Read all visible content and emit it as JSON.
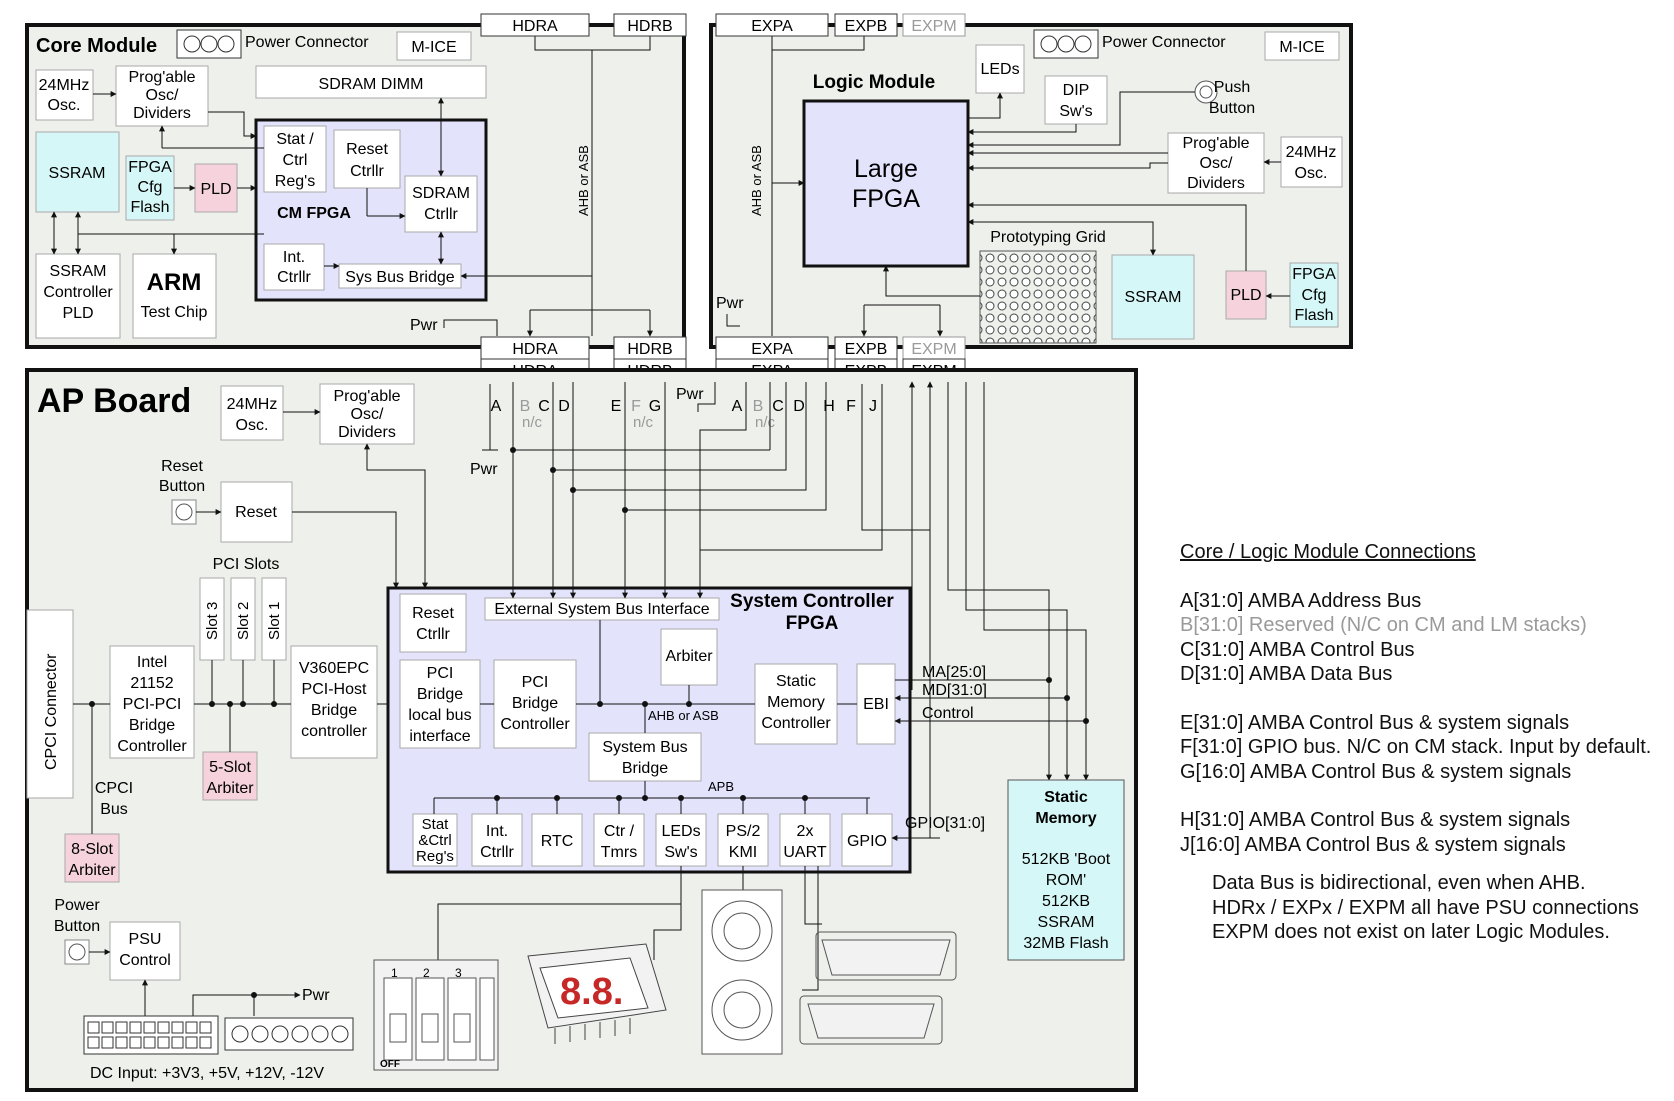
{
  "core_module": {
    "title": "Core Module",
    "power_connector": "Power Connector",
    "mice": "M-ICE",
    "osc": [
      "24MHz",
      "Osc."
    ],
    "progable": [
      "Prog'able",
      "Osc/",
      "Dividers"
    ],
    "sdram_dimm": "SDRAM DIMM",
    "stat_ctrl": [
      "Stat /",
      "Ctrl",
      "Reg's"
    ],
    "reset_ctrl": [
      "Reset",
      "Ctrllr"
    ],
    "sdram_ctrl": [
      "SDRAM",
      "Ctrllr"
    ],
    "cm_fpga": "CM FPGA",
    "ssram": "SSRAM",
    "fpga_cfg": [
      "FPGA",
      "Cfg",
      "Flash"
    ],
    "pld": "PLD",
    "int_ctrl": [
      "Int.",
      "Ctrllr"
    ],
    "sys_bus_bridge": "Sys Bus Bridge",
    "ssram_ctrl": [
      "SSRAM",
      "Controller",
      "PLD"
    ],
    "arm": "ARM",
    "test_chip": "Test Chip",
    "bus": "AHB or ASB",
    "pwr": "Pwr"
  },
  "logic_module": {
    "title": "Logic Module",
    "power_connector": "Power Connector",
    "mice": "M-ICE",
    "leds": "LEDs",
    "dip": [
      "DIP",
      "Sw's"
    ],
    "push_button": [
      "Push",
      "Button"
    ],
    "large_fpga": [
      "Large",
      "FPGA"
    ],
    "progable": [
      "Prog'able",
      "Osc/",
      "Dividers"
    ],
    "osc": [
      "24MHz",
      "Osc."
    ],
    "prototyping_grid": "Prototyping Grid",
    "ssram": "SSRAM",
    "pld": "PLD",
    "fpga_cfg": [
      "FPGA",
      "Cfg",
      "Flash"
    ],
    "bus": "AHB or ASB",
    "pwr": "Pwr"
  },
  "headers": {
    "hdra": "HDRA",
    "hdrb": "HDRB",
    "expa": "EXPA",
    "expb": "EXPB",
    "expm": "EXPM"
  },
  "ap_board": {
    "title": "AP Board",
    "osc": [
      "24MHz",
      "Osc."
    ],
    "progable": [
      "Prog'able",
      "Osc/",
      "Dividers"
    ],
    "reset_button": [
      "Reset",
      "Button"
    ],
    "reset": "Reset",
    "pci_slots": "PCI Slots",
    "slots": [
      "Slot 3",
      "Slot 2",
      "Slot 1"
    ],
    "cpci_connector": "CPCI Connector",
    "intel_bridge": [
      "Intel",
      "21152",
      "PCI-PCI",
      "Bridge",
      "Controller"
    ],
    "five_slot": [
      "5-Slot",
      "Arbiter"
    ],
    "v360": [
      "V360EPC",
      "PCI-Host",
      "Bridge",
      "controller"
    ],
    "cpci_bus": [
      "CPCI",
      "Bus"
    ],
    "eight_slot": [
      "8-Slot",
      "Arbiter"
    ],
    "power_button": [
      "Power",
      "Button"
    ],
    "psu_control": [
      "PSU",
      "Control"
    ],
    "pwr": "Pwr",
    "dc_input": "DC Input: +3V3, +5V, +12V, -12V",
    "sc_fpga": [
      "System Controller",
      "FPGA"
    ],
    "ext_sys_bus": "External System Bus Interface",
    "reset_ctrl": [
      "Reset",
      "Ctrllr"
    ],
    "pci_bridge_local": [
      "PCI",
      "Bridge",
      "local bus",
      "interface"
    ],
    "pci_bridge_ctrl": [
      "PCI",
      "Bridge",
      "Controller"
    ],
    "arbiter": "Arbiter",
    "static_mem_ctrl": [
      "Static",
      "Memory",
      "Controller"
    ],
    "ebi": "EBI",
    "ahb_or_asb": "AHB or ASB",
    "sys_bus_bridge": [
      "System Bus",
      "Bridge"
    ],
    "apb": "APB",
    "apb_blocks": [
      [
        "Stat",
        "&Ctrl",
        "Reg's"
      ],
      [
        "Int.",
        "Ctrllr"
      ],
      [
        "RTC"
      ],
      [
        "Ctr /",
        "Tmrs"
      ],
      [
        "LEDs",
        "Sw's"
      ],
      [
        "PS/2",
        "KMI"
      ],
      [
        "2x",
        "UART"
      ],
      [
        "GPIO"
      ]
    ],
    "ma": "MA[25:0]",
    "md": "MD[31:0]",
    "control": "Control",
    "gpio_bus": "GPIO[31:0]",
    "static_memory": [
      "Static",
      "Memory"
    ],
    "static_memory_contents": [
      "512KB 'Boot",
      "ROM'",
      "512KB",
      "SSRAM",
      "32MB Flash"
    ],
    "bus_letters_hdr": [
      "A",
      "B",
      "C",
      "D",
      "E",
      "F",
      "G"
    ],
    "bus_letters_exp": [
      "A",
      "B",
      "C",
      "D",
      "H",
      "F",
      "J"
    ],
    "nc": "n/c",
    "off": "OFF",
    "dip_numbers": [
      "1",
      "2",
      "3"
    ]
  },
  "legend": {
    "title": "Core / Logic Module Connections",
    "group1": [
      "A[31:0] AMBA Address Bus",
      "B[31:0] Reserved (N/C on CM and LM stacks)",
      "C[31:0] AMBA Control Bus",
      "D[31:0] AMBA Data Bus"
    ],
    "group2": [
      "E[31:0] AMBA Control Bus & system signals",
      "F[31:0] GPIO bus. N/C on CM stack. Input by default.",
      "G[16:0] AMBA Control Bus & system signals"
    ],
    "group3": [
      "H[31:0] AMBA Control Bus & system signals",
      "J[16:0] AMBA Control Bus & system signals"
    ],
    "notes": [
      "Data Bus is bidirectional, even when AHB.",
      "HDRx / EXPx / EXPM all have PSU connections",
      "EXPM does not exist on later Logic Modules."
    ]
  },
  "colors": {
    "panel": "#eef0ec",
    "fpga": "#e3e4fb",
    "cyan": "#d6f7f7",
    "pink": "#f6d3dc",
    "reserved_text": "#9a9a9a"
  }
}
